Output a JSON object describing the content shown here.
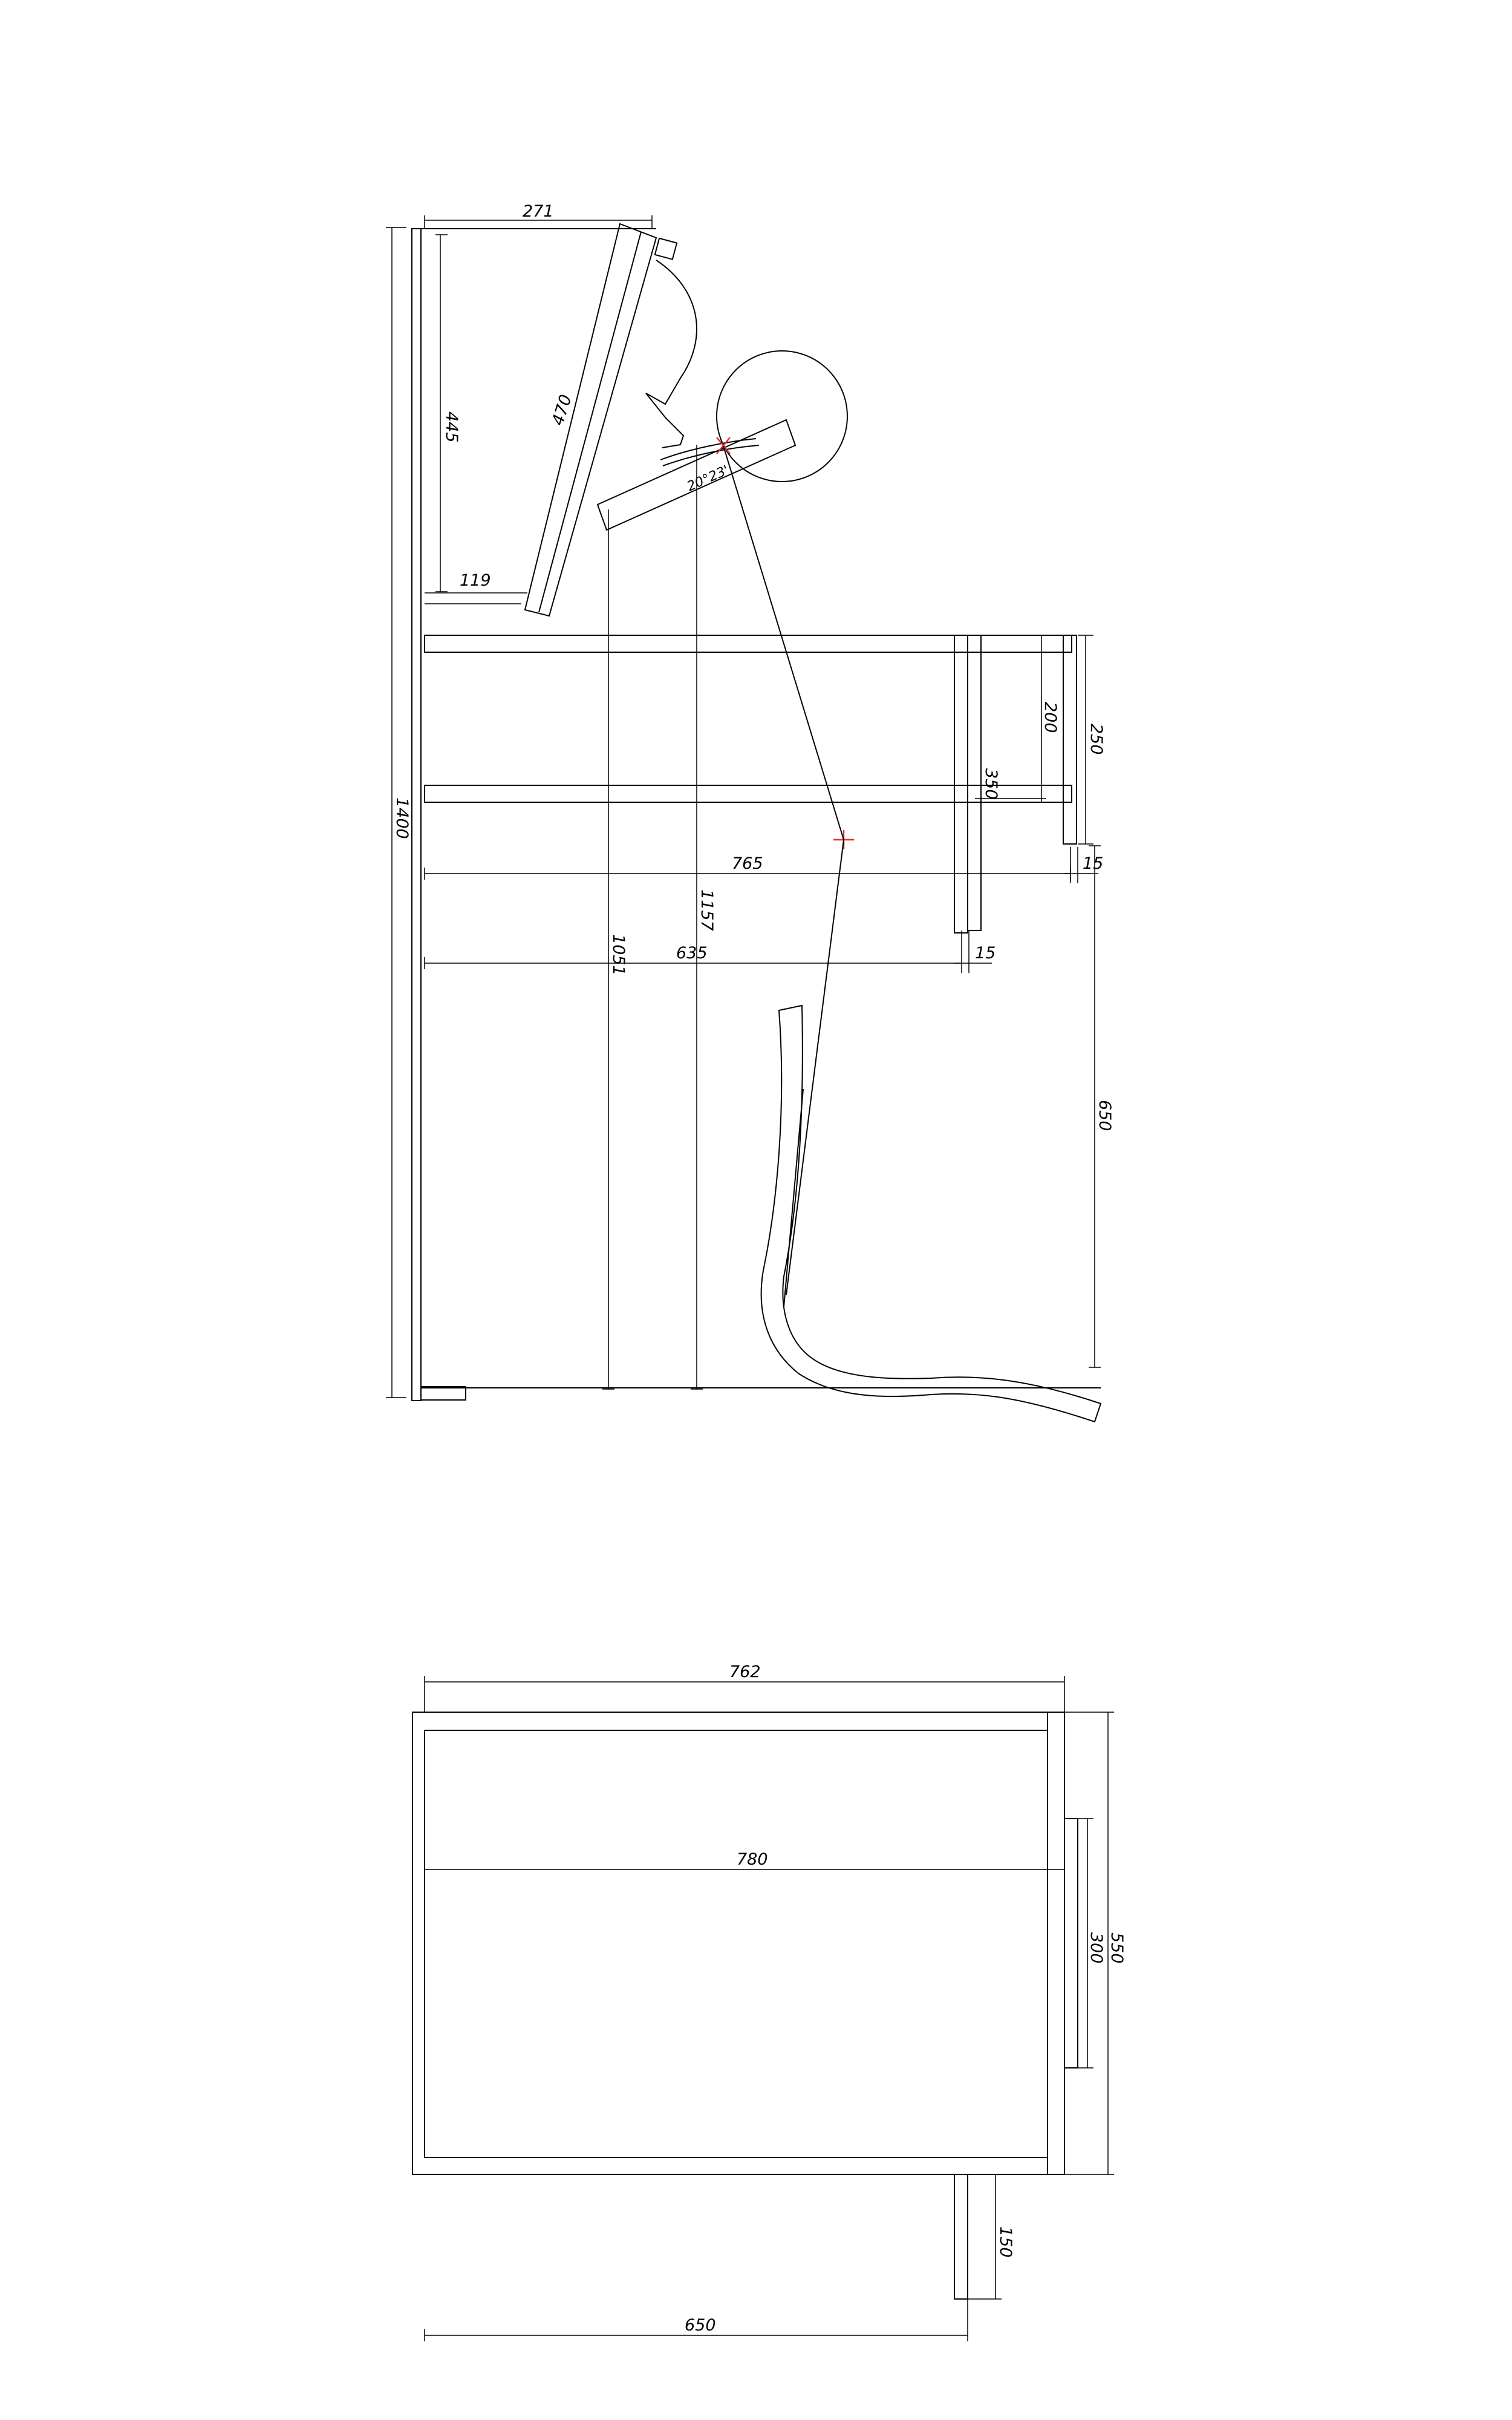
{
  "side_view": {
    "dimensions": {
      "top_width": "271",
      "screen_height": "445",
      "screen_length": "470",
      "screen_offset": "119",
      "keyboard_angle": "20°23'",
      "total_height": "1400",
      "drawer_inner": "200",
      "drawer_outer": "250",
      "drawer_depth": "350",
      "desk_depth": "765",
      "desk_thickness": "15",
      "leg_depth": "635",
      "leg_thickness": "15",
      "eye_height": "1157",
      "keyboard_height": "1051",
      "desk_height": "650"
    }
  },
  "top_view": {
    "dimensions": {
      "inner_width": "762",
      "outer_width": "780",
      "depth": "550",
      "panel": "300",
      "leg": "150",
      "leg_span": "650"
    }
  },
  "colors": {
    "line": "#000000",
    "marker": "#e03030"
  }
}
